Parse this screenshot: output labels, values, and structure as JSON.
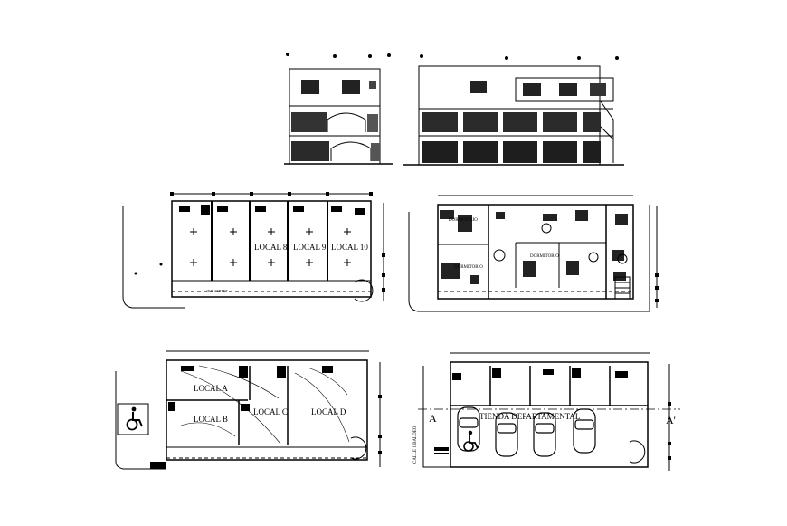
{
  "labels": {
    "plan1_local8": "LOCAL 8",
    "plan1_local9": "LOCAL 9",
    "plan1_local10": "LOCAL 10",
    "plan1_street": "1ER. STREET",
    "plan2_room_a": "DORMITORIO",
    "plan2_room_b": "DORMITORIO",
    "plan2_room_c": "DORMITORIO",
    "plan3_local_a": "LOCAL A",
    "plan3_local_b": "LOCAL B",
    "plan3_local_c": "LOCAL C",
    "plan3_local_d": "LOCAL D",
    "plan4_store": "TIENDA DEPARTAMENTAL",
    "plan4_section_a": "A",
    "plan4_section_a_prime": "A'",
    "plan4_street": "CALLE 1 BALDEO"
  }
}
